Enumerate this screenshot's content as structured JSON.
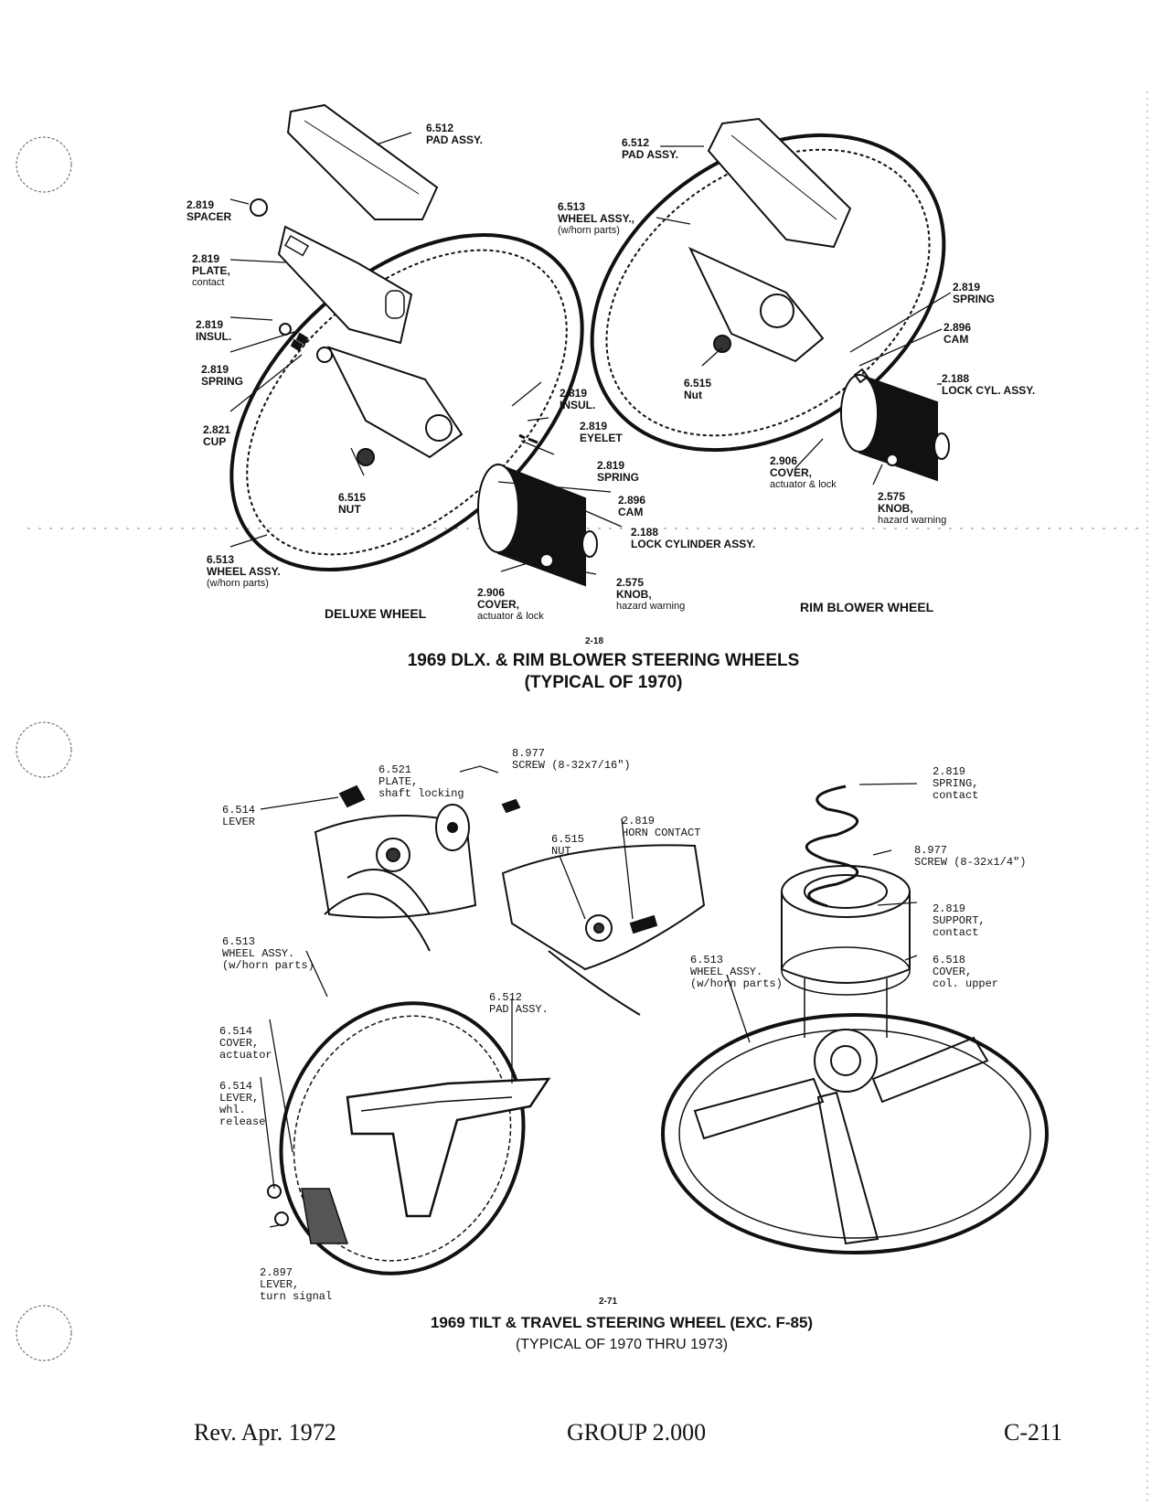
{
  "top_figure": {
    "number": "2-18",
    "title_line1": "1969 DLX. & RIM BLOWER STEERING WHEELS",
    "title_line2": "(TYPICAL OF 1970)",
    "left_caption": "DELUXE WHEEL",
    "right_caption": "RIM BLOWER WHEEL",
    "deluxe_labels": {
      "pad_code": "6.512",
      "pad_name": "PAD ASSY.",
      "spacer_code": "2.819",
      "spacer_name": "SPACER",
      "plate_code": "2.819",
      "plate_name": "PLATE,",
      "plate_sub": "contact",
      "insul_code": "2.819",
      "insul_name": "INSUL.",
      "spring_code": "2.819",
      "spring_name": "SPRING",
      "cup_code": "2.821",
      "cup_name": "CUP",
      "nut_code": "6.515",
      "nut_name": "NUT",
      "wheel_code": "6.513",
      "wheel_name": "WHEEL ASSY.",
      "wheel_sub": "(w/horn parts)",
      "insul2_code": "2.819",
      "insul2_name": "INSUL.",
      "eyelet_code": "2.819",
      "eyelet_name": "EYELET",
      "spring2_code": "2.819",
      "spring2_name": "SPRING",
      "cam_code": "2.896",
      "cam_name": "CAM",
      "lockcyl_code": "2.188",
      "lockcyl_name": "LOCK CYLINDER ASSY.",
      "cover_code": "2.906",
      "cover_name": "COVER,",
      "cover_sub": "actuator & lock",
      "knob_code": "2.575",
      "knob_name": "KNOB,",
      "knob_sub": "hazard warning"
    },
    "rim_labels": {
      "pad_code": "6.512",
      "pad_name": "PAD ASSY.",
      "wheel_code": "6.513",
      "wheel_name": "WHEEL ASSY.,",
      "wheel_sub": "(w/horn parts)",
      "spring_code": "2.819",
      "spring_name": "SPRING",
      "cam_code": "2.896",
      "cam_name": "CAM",
      "lockcyl_code": "2.188",
      "lockcyl_name": "LOCK CYL. ASSY.",
      "nut_code": "6.515",
      "nut_name": "Nut",
      "cover_code": "2.906",
      "cover_name": "COVER,",
      "cover_sub": "actuator & lock",
      "knob_code": "2.575",
      "knob_name": "KNOB,",
      "knob_sub": "hazard warning"
    }
  },
  "bottom_figure": {
    "number": "2-71",
    "title_line1": "1969 TILT & TRAVEL STEERING WHEEL (EXC. F-85)",
    "title_line2": "(TYPICAL OF 1970 THRU 1973)",
    "labels": {
      "plate": "6.521\nPLATE,\nshaft locking",
      "screw1": "8.977\nSCREW (8-32x7/16\")",
      "lever1": "6.514\nLEVER",
      "horn_contact": "2.819\nHORN CONTACT",
      "nut": "6.515\nNUT",
      "wheel_left": "6.513\nWHEEL ASSY.\n(w/horn parts)",
      "pad": "6.512\nPAD ASSY.",
      "cover_actuator": "6.514\nCOVER,\nactuator",
      "lever_release": "6.514\nLEVER,\nwhl.\nrelease",
      "lever_turn": "2.897\nLEVER,\nturn signal",
      "spring_contact": "2.819\nSPRING,\ncontact",
      "screw2": "8.977\nSCREW (8-32x1/4\")",
      "support": "2.819\nSUPPORT,\ncontact",
      "cover_upper": "6.518\nCOVER,\ncol. upper",
      "wheel_right": "6.513\nWHEEL ASSY.\n(w/horn parts)"
    }
  },
  "footer": {
    "revision": "Rev. Apr. 1972",
    "group": "GROUP 2.000",
    "page": "C-211"
  }
}
